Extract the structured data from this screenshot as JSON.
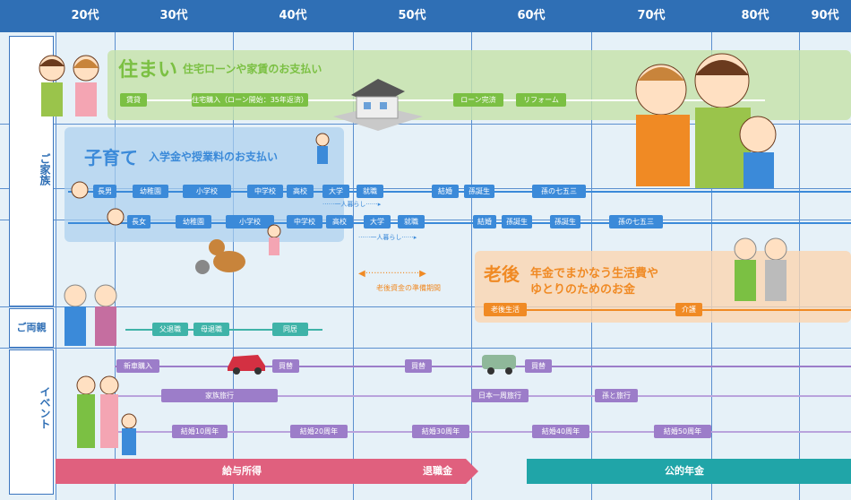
{
  "ages": [
    "20代",
    "30代",
    "40代",
    "50代",
    "60代",
    "70代",
    "80代",
    "90代"
  ],
  "side_labels": {
    "family": "ご家族",
    "parents": "ご両親",
    "event": "イベント"
  },
  "housing": {
    "title": "住まい",
    "subtitle": "住宅ローンや家賃のお支払い",
    "rent": "賃貸",
    "purchase": "住宅購入（ローン開始：35年返済）",
    "loan_done": "ローン完済",
    "reform": "リフォーム"
  },
  "child": {
    "title": "子育て",
    "subtitle": "入学金や授業料のお支払い",
    "son_label": "長男",
    "daughter_label": "長女",
    "son_stages": [
      "幼稚園",
      "小学校",
      "中学校",
      "高校",
      "大学",
      "就職",
      "結婚",
      "孫誕生",
      "孫の七五三"
    ],
    "daughter_stages": [
      "幼稚園",
      "小学校",
      "中学校",
      "高校",
      "大学",
      "就職",
      "結婚",
      "孫誕生",
      "孫誕生",
      "孫の七五三"
    ],
    "living_alone": "一人暮らし"
  },
  "retirement": {
    "title": "老後",
    "subtitle1": "年金でまかなう生活費や",
    "subtitle2": "ゆとりのためのお金",
    "prep": "老後資金の準備期間",
    "life": "老後生活",
    "care": "介護"
  },
  "parents": {
    "father_ret": "父退職",
    "mother_ret": "母退職",
    "cohabit": "同居"
  },
  "events": {
    "new_car": "新車購入",
    "replace1": "買替",
    "replace2": "買替",
    "replace3": "買替",
    "family_trip": "家族旅行",
    "japan_trip": "日本一周旅行",
    "grandchild_trip": "孫と旅行",
    "anniv": [
      "結婚10周年",
      "結婚20周年",
      "結婚30周年",
      "結婚40周年",
      "結婚50周年"
    ]
  },
  "income": {
    "salary": "給与所得",
    "retire_pay": "退職金",
    "pension": "公的年金"
  },
  "colors": {
    "header": "#2f6fb5",
    "housing": "#7bc043",
    "child": "#3b8ad9",
    "retire": "#f08a24",
    "parent": "#3fb3a8",
    "event": "#9c7dc9",
    "salary": "#e0607e",
    "pension": "#20a5a8"
  }
}
